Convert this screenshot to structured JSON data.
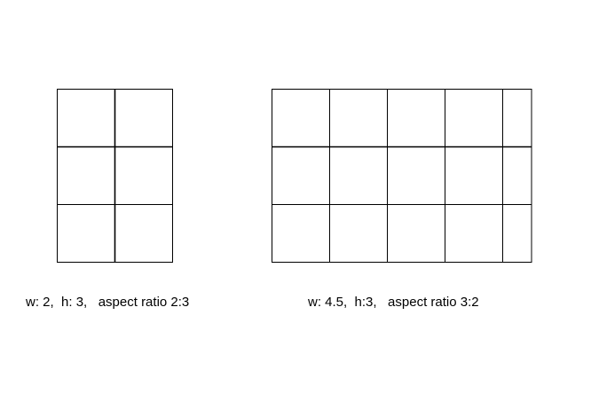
{
  "grids": [
    {
      "name": "grid-2x3",
      "width_units": 2,
      "height_units": 3,
      "caption": "w: 2,  h: 3,   aspect ratio 2:3"
    },
    {
      "name": "grid-4.5x3",
      "width_units": 4.5,
      "height_units": 3,
      "caption": "w: 4.5,  h:3,   aspect ratio 3:2"
    }
  ],
  "colors": {
    "line": "#000000",
    "background": "#ffffff"
  }
}
